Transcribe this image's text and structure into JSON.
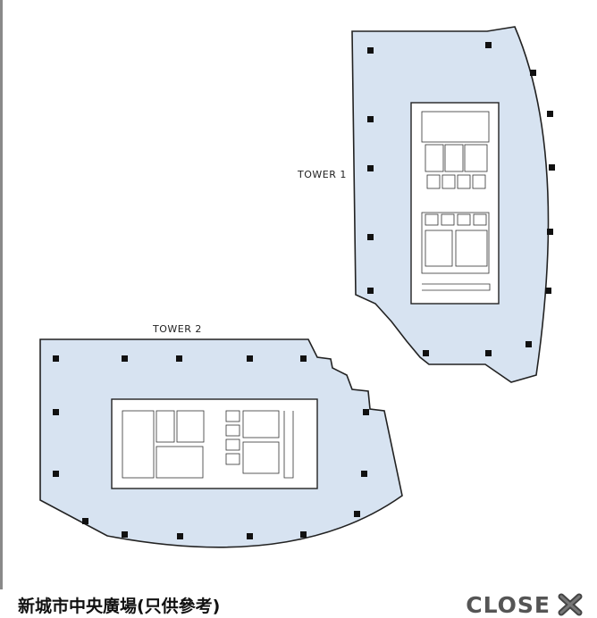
{
  "floor_plan": {
    "tower_1_label": "TOWER 1",
    "tower_2_label": "TOWER 2",
    "floor_fill": "#d7e3f1",
    "outline_color": "#222222"
  },
  "footer": {
    "title": "新城市中央廣場(只供參考)",
    "close_label": "CLOSE",
    "close_icon": "x-cross-icon"
  }
}
